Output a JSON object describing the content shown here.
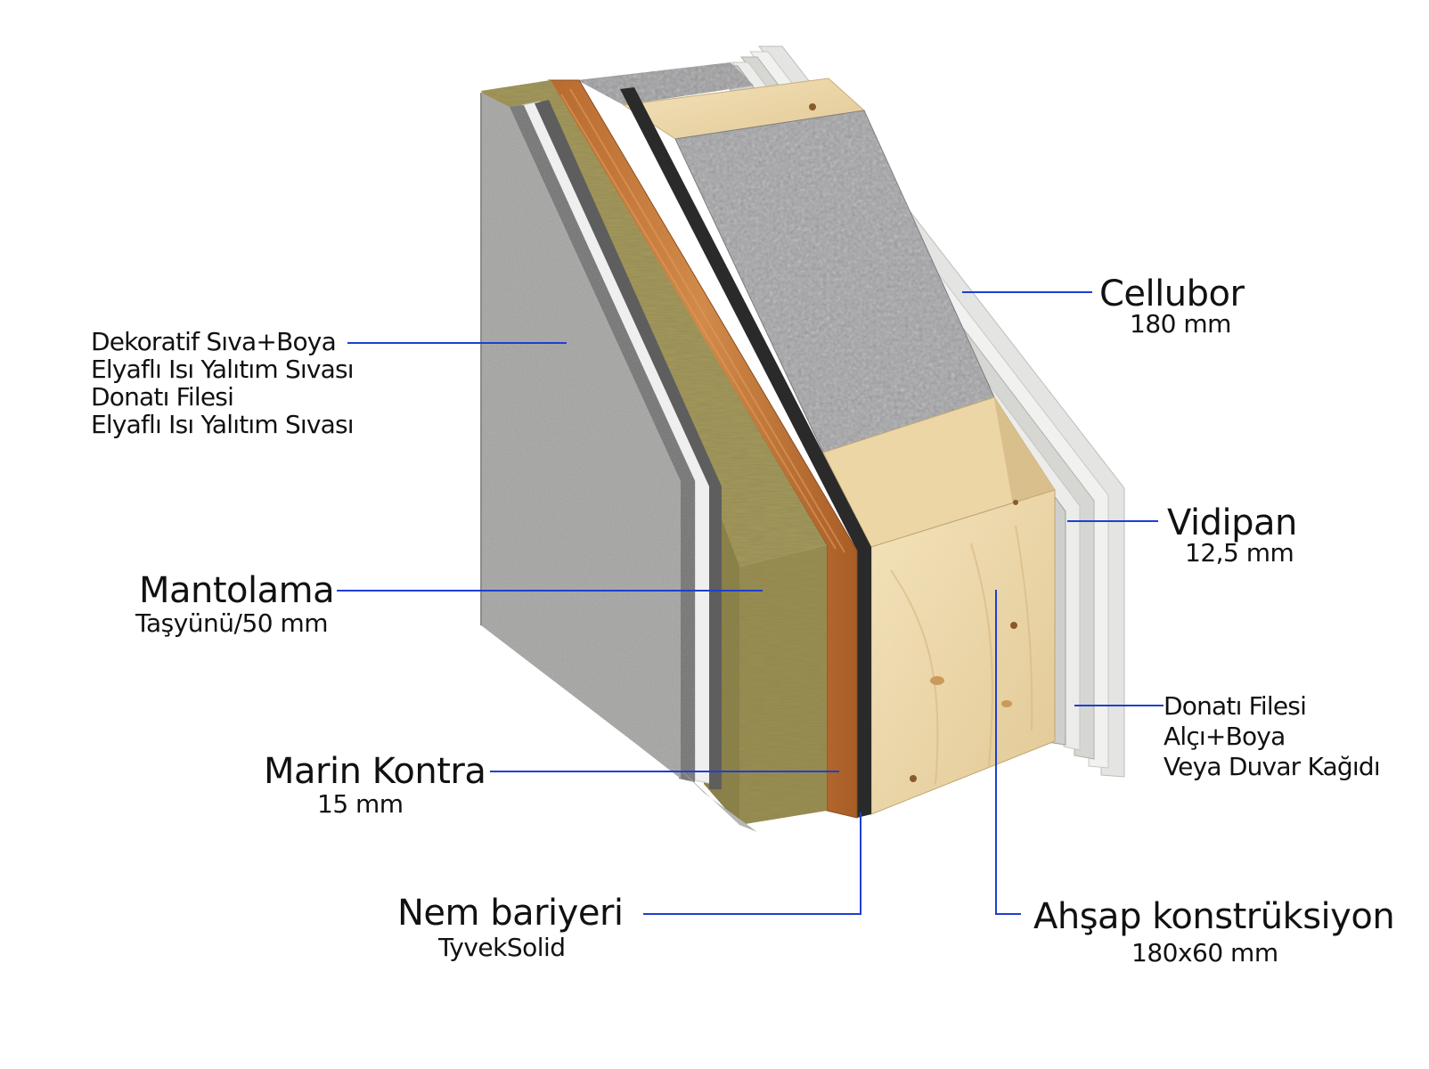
{
  "layers": {
    "facade_stack": [
      "Dekoratif Sıva+Boya",
      "Elyaflı Isı Yalıtım Sıvası",
      "Donatı Filesi",
      "Elyaflı Isı Yalıtım Sıvası"
    ],
    "mantolama": {
      "title": "Mantolama",
      "sub": "Taşyünü/50 mm"
    },
    "marin": {
      "title": "Marin Kontra",
      "sub": "15 mm"
    },
    "nem": {
      "title": "Nem bariyeri",
      "sub": "TyvekSolid"
    },
    "ahsap": {
      "title": "Ahşap konstrüksiyon",
      "sub": "180x60 mm"
    },
    "cellubor": {
      "title": "Cellubor",
      "sub": "180 mm"
    },
    "vidipan": {
      "title": "Vidipan",
      "sub": "12,5 mm"
    },
    "interior_stack": [
      "Donatı Filesi",
      "Alçı+Boya",
      "Veya Duvar Kağıdı"
    ]
  },
  "colors": {
    "leader_line": "#1f3fd1",
    "plaster": "#a3a3a1",
    "mesh": "#e9e9e9",
    "rockwool": "#a59a5c",
    "plywood": "#c0773a",
    "membrane": "#2a2a2a",
    "timber": "#ecd8ac",
    "cellulose": "#9a9a9c",
    "gypsum": "#e6e6e4"
  }
}
